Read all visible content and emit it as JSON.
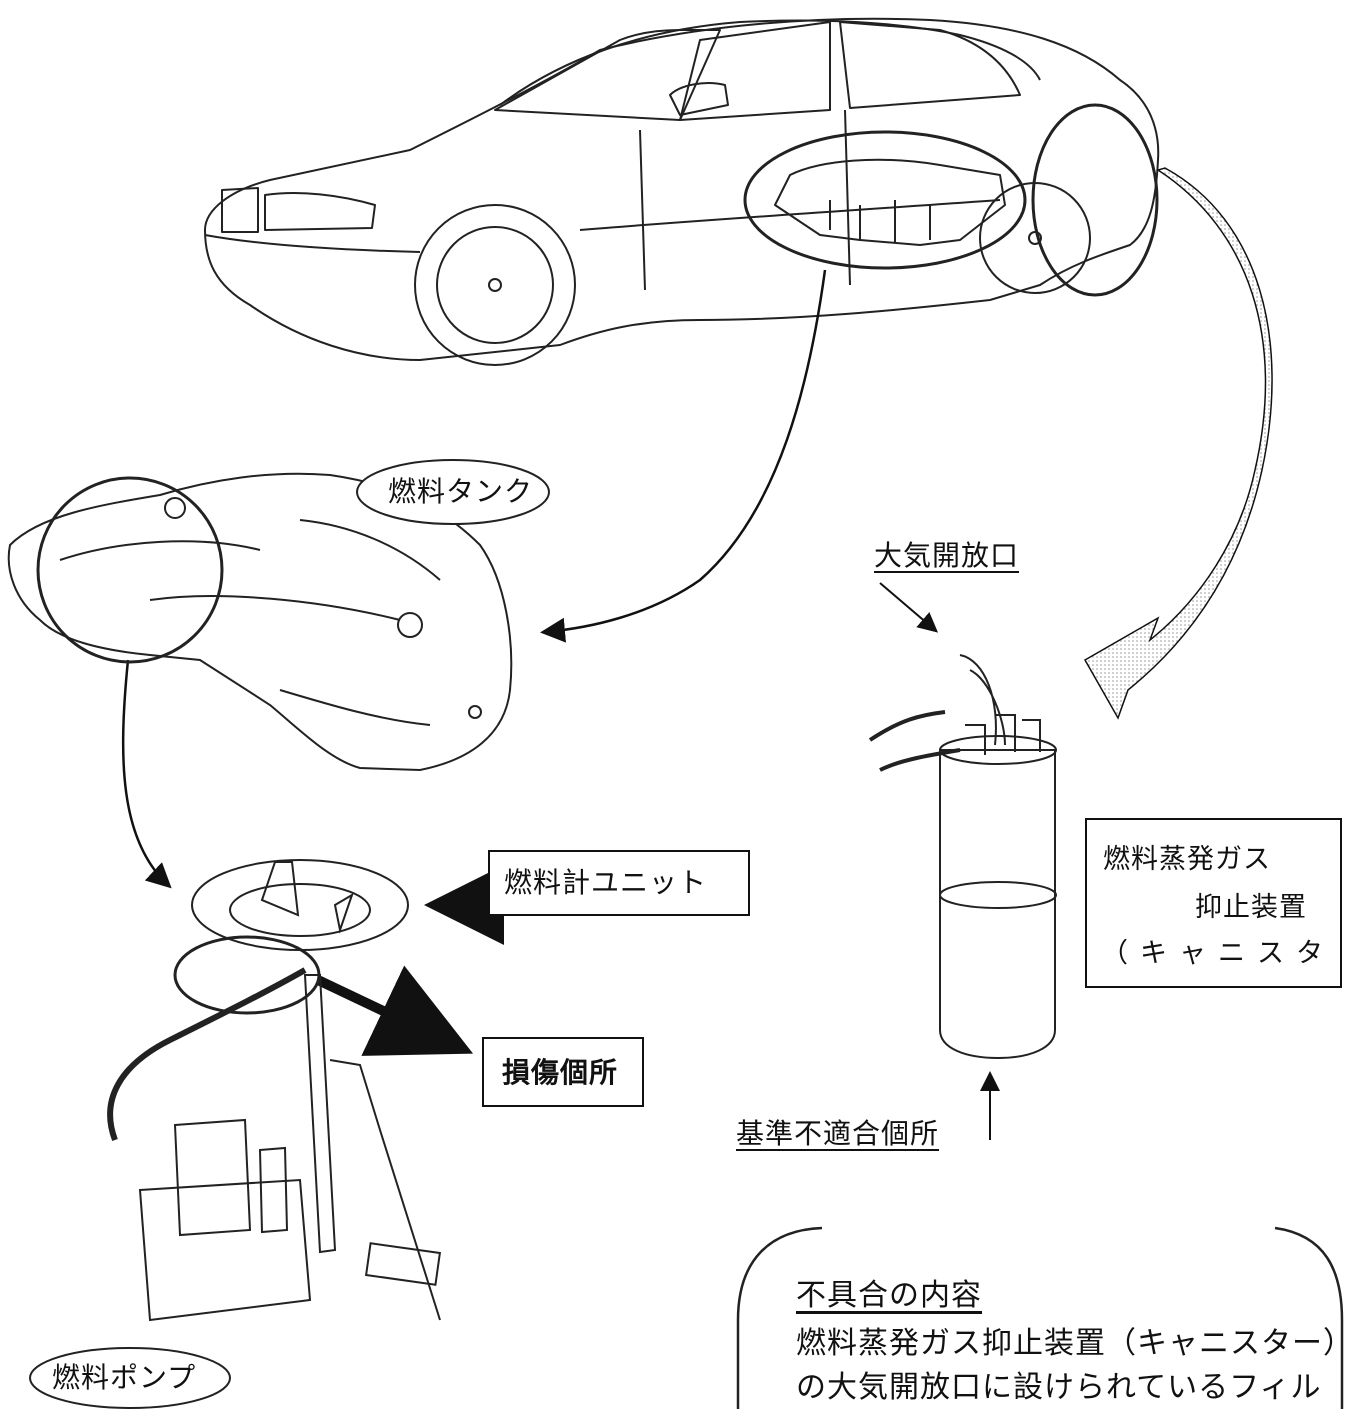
{
  "labels": {
    "fuel_tank": "燃料タンク",
    "atmosphere_opening": "大気開放口",
    "fuel_gauge_unit": "燃料計ユニット",
    "damaged_area": "損傷個所",
    "canister_line1": "燃料蒸発ガス",
    "canister_line2": "抑止装置",
    "canister_line3": "（キャニスタ",
    "nonconforming_area": "基準不適合個所",
    "fuel_pump": "燃料ポンプ"
  },
  "note": {
    "heading": "不具合の内容",
    "line1": "燃料蒸発ガス抑止装置（キャニスター）",
    "line2": "の大気開放口に設けられているフィル"
  }
}
